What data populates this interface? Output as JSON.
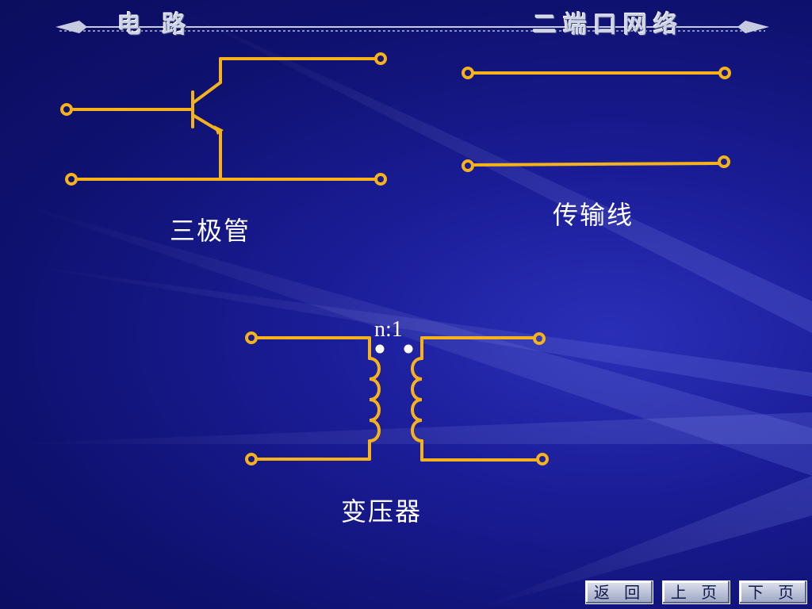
{
  "header": {
    "left_title": "电 路",
    "right_title": "二端口网络"
  },
  "captions": {
    "transistor": "三极管",
    "transmission_line": "传输线",
    "transformer": "变压器"
  },
  "transformer_ratio": "n:1",
  "nav": {
    "back": "返 回",
    "prev": "上 页",
    "next": "下 页"
  },
  "colors": {
    "wire": "#f6b21a",
    "background": "#1a1c96",
    "text": "#ffffff"
  }
}
